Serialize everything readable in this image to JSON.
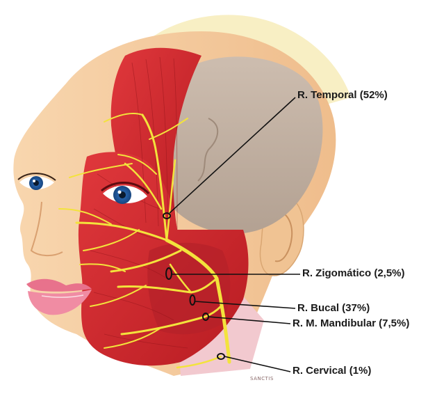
{
  "labels": {
    "temporal": "R. Temporal (52%)",
    "zigomatico": "R. Zigomático (2,5%)",
    "bucal": "R. Bucal (37%)",
    "mandibular": "R. M. Mandibular (7,5%)",
    "cervical": "R. Cervical (1%)"
  },
  "signature": "SANCTIS",
  "colors": {
    "skin": "#f6cfa2",
    "skin_shadow": "#e9b487",
    "muscle": "#d62a2f",
    "muscle_dark": "#a8161c",
    "bone": "#c6b5a6",
    "nerve": "#f3e33c",
    "hair": "#f7ebb7",
    "neck_pink": "#f2c9cf"
  }
}
